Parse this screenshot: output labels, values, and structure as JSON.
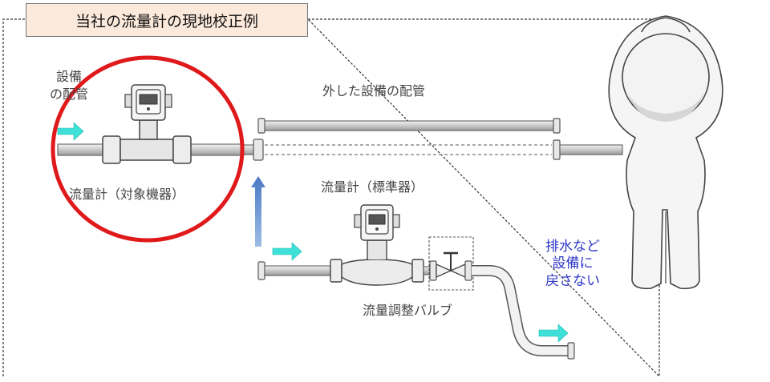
{
  "title": "当社の流量計の現地校正例",
  "labels": {
    "plant_pipe_line1": "設備",
    "plant_pipe_line2": "の配管",
    "removed_pipe": "外した設備の配管",
    "target_meter": "流量計（対象機器）",
    "reference_meter": "流量計（標準器）",
    "control_valve": "流量調整バルブ",
    "drain_note_line1": "排水など",
    "drain_note_line2": "設備に",
    "drain_note_line3": "戻さない"
  },
  "colors": {
    "title_bg": "#fbe9dc",
    "highlight_circle": "#e0191b",
    "flow_arrow": "#3ee0d8",
    "up_arrow": "#5b8fd0",
    "note_text": "#2d37c8",
    "pipe_fill": "#d6d6d6",
    "pipe_outline": "#555555"
  }
}
